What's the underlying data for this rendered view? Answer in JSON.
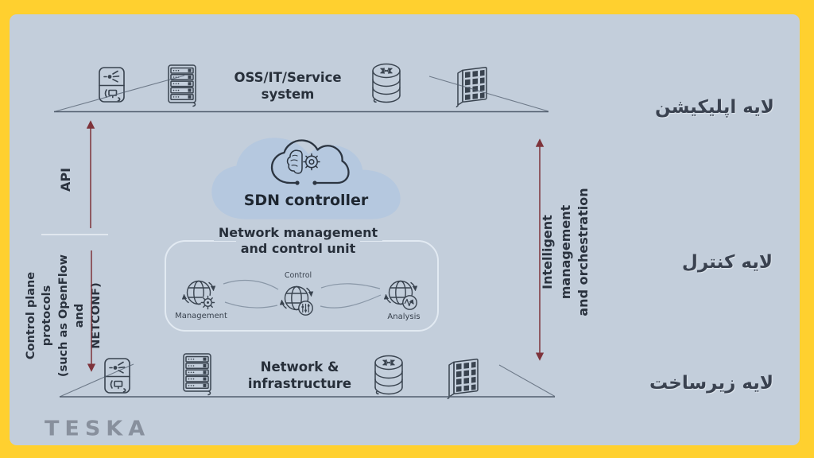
{
  "colors": {
    "frame_yellow": "#FFD02F",
    "panel_blue": "#C3CEDB",
    "cloud_fill": "#B5C8DF",
    "arrow_red": "#7E333B",
    "line_dark": "#525E6E",
    "icon_stroke": "#39434F",
    "text_dark": "#272F3A",
    "logo_gray": "#79818D"
  },
  "brand": {
    "logo": "TESKA"
  },
  "top": {
    "title1": "OSS/IT/Service",
    "title2": "system",
    "layer_fa": "لایه اپلیکیشن"
  },
  "middle": {
    "cloud_label": "SDN controller",
    "unit_title1": "Network management",
    "unit_title2": "and control unit",
    "node_management": "Management",
    "node_control": "Control",
    "node_analysis": "Analysis",
    "layer_fa": "لایه کنترل"
  },
  "bottom": {
    "title1": "Network &",
    "title2": "infrastructure",
    "layer_fa": "لایه زیرساخت"
  },
  "left": {
    "api": "API",
    "cp1": "Control plane protocols",
    "cp2": "(such as OpenFlow and",
    "cp3": "NETCONF)"
  },
  "right": {
    "orch1": "Intelligent management",
    "orch2": "and orchestration"
  }
}
